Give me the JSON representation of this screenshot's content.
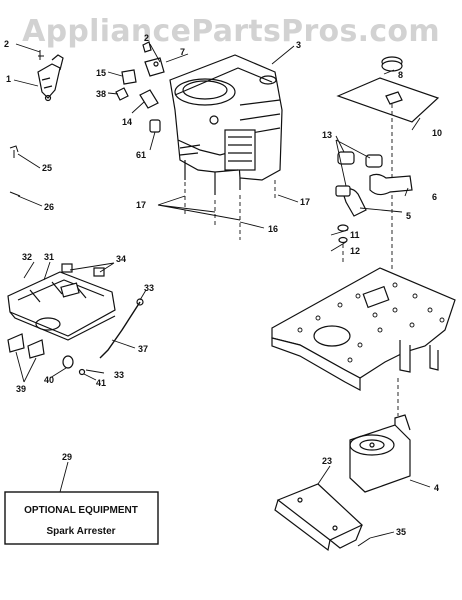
{
  "watermark": "AppliancePartsPros.com",
  "callouts": {
    "c1": "1",
    "c2": "2",
    "c2b": "2",
    "c3": "3",
    "c4": "4",
    "c5": "5",
    "c6": "6",
    "c7": "7",
    "c8": "8",
    "c10": "10",
    "c11": "11",
    "c12": "12",
    "c13": "13",
    "c14": "14",
    "c15": "15",
    "c16": "16",
    "c17a": "17",
    "c17b": "17",
    "c23": "23",
    "c25": "25",
    "c26": "26",
    "c29": "29",
    "c31": "31",
    "c32": "32",
    "c33a": "33",
    "c33b": "33",
    "c34": "34",
    "c35": "35",
    "c37": "37",
    "c38": "38",
    "c39": "39",
    "c40": "40",
    "c41": "41",
    "c61": "61"
  },
  "optional_box": {
    "title": "OPTIONAL EQUIPMENT",
    "item": "Spark Arrester"
  }
}
